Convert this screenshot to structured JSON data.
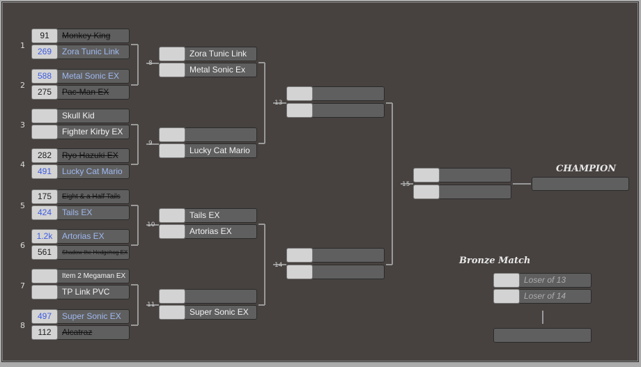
{
  "round1": [
    {
      "n": "1",
      "a": {
        "seed": "91",
        "name": "Monkey King",
        "state": "lose"
      },
      "b": {
        "seed": "269",
        "name": "Zora Tunic Link",
        "state": "win"
      }
    },
    {
      "n": "2",
      "a": {
        "seed": "588",
        "name": "Metal Sonic EX",
        "state": "win"
      },
      "b": {
        "seed": "275",
        "name": "Pac-Man EX",
        "state": "lose"
      }
    },
    {
      "n": "3",
      "a": {
        "seed": "",
        "name": "Skull Kid",
        "state": ""
      },
      "b": {
        "seed": "",
        "name": "Fighter Kirby EX",
        "state": ""
      }
    },
    {
      "n": "4",
      "a": {
        "seed": "282",
        "name": "Ryo Hazuki EX",
        "state": "lose"
      },
      "b": {
        "seed": "491",
        "name": "Lucky Cat Mario",
        "state": "win"
      }
    },
    {
      "n": "5",
      "a": {
        "seed": "175",
        "name": "Eight & a Half Tails",
        "state": "lose"
      },
      "b": {
        "seed": "424",
        "name": "Tails EX",
        "state": "win"
      }
    },
    {
      "n": "6",
      "a": {
        "seed": "1.2k",
        "name": "Artorias EX",
        "state": "win"
      },
      "b": {
        "seed": "561",
        "name": "Shadow the Hedgehog EX",
        "state": "lose"
      }
    },
    {
      "n": "7",
      "a": {
        "seed": "",
        "name": "Item 2 Megaman EX",
        "state": ""
      },
      "b": {
        "seed": "",
        "name": "TP Link PVC",
        "state": ""
      }
    },
    {
      "n": "8",
      "a": {
        "seed": "497",
        "name": "Super Sonic EX",
        "state": "win"
      },
      "b": {
        "seed": "112",
        "name": "Alcatraz",
        "state": "lose"
      }
    }
  ],
  "round2": [
    {
      "n": "8",
      "a": {
        "seed": "",
        "name": "Zora Tunic Link"
      },
      "b": {
        "seed": "",
        "name": "Metal Sonic Ex"
      }
    },
    {
      "n": "9",
      "a": {
        "seed": "",
        "name": ""
      },
      "b": {
        "seed": "",
        "name": "Lucky Cat Mario"
      }
    },
    {
      "n": "10",
      "a": {
        "seed": "",
        "name": "Tails EX"
      },
      "b": {
        "seed": "",
        "name": "Artorias EX"
      }
    },
    {
      "n": "11",
      "a": {
        "seed": "",
        "name": ""
      },
      "b": {
        "seed": "",
        "name": "Super Sonic EX"
      }
    }
  ],
  "round3": [
    {
      "n": "13",
      "a": {
        "seed": "",
        "name": ""
      },
      "b": {
        "seed": "",
        "name": ""
      }
    },
    {
      "n": "14",
      "a": {
        "seed": "",
        "name": ""
      },
      "b": {
        "seed": "",
        "name": ""
      }
    }
  ],
  "final": {
    "n": "15",
    "a": {
      "seed": "",
      "name": ""
    },
    "b": {
      "seed": "",
      "name": ""
    }
  },
  "champion": {
    "title": "CHAMPION",
    "name": ""
  },
  "bronze": {
    "title": "Bronze Match",
    "a": "Loser of 13",
    "b": "Loser of 14",
    "winner": ""
  }
}
